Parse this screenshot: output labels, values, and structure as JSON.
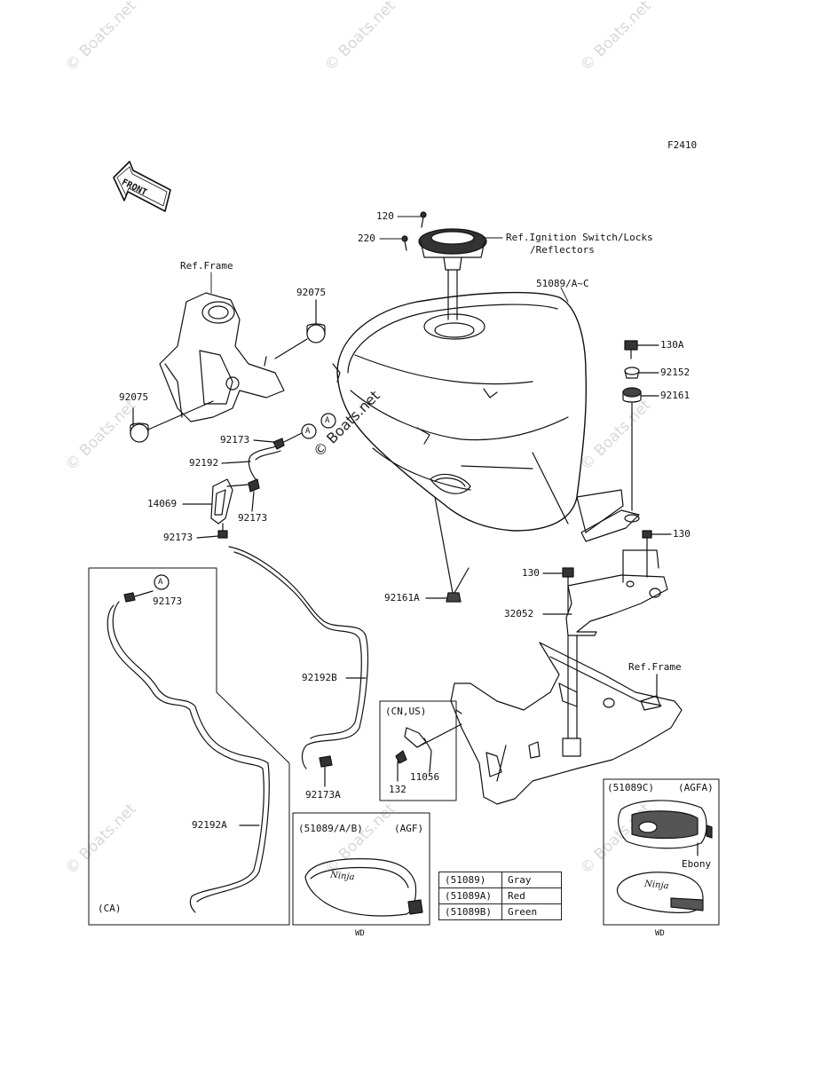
{
  "figure_code": "F2410",
  "front_arrow_label": "FRONT",
  "watermark_text": "© Boats.net",
  "center_watermark": "© Boats.net",
  "part_labels": {
    "p120": "120",
    "p220": "220",
    "ref_ignition_1": "Ref.Ignition Switch/Locks",
    "ref_ignition_2": "/Reflectors",
    "tank": "51089/A~C",
    "ref_frame_top": "Ref.Frame",
    "p92075_top": "92075",
    "p92075_left": "92075",
    "p130A": "130A",
    "p92152": "92152",
    "p92161": "92161",
    "p92173_a": "92173",
    "p92192": "92192",
    "p14069": "14069",
    "p92173_b": "92173",
    "p92173_c": "92173",
    "p130_right": "130",
    "p130_mid": "130",
    "p92161A": "92161A",
    "p32052": "32052",
    "p92173_ca": "92173",
    "p92192B": "92192B",
    "ref_frame_bottom": "Ref.Frame",
    "p92173A": "92173A",
    "p11056": "11056",
    "p132": "132",
    "p92192A": "92192A",
    "circle_a": "A"
  },
  "insets": {
    "cn_us": "(CN,US)",
    "ca": "(CA)",
    "agf_code": "(51089/A/B)",
    "agf_tag": "(AGF)",
    "agfa_code": "(51089C)",
    "agfa_tag": "(AGFA)",
    "ebony": "Ebony",
    "wd_left": "WD",
    "wd_right": "WD"
  },
  "color_table": [
    {
      "code": "(51089)",
      "color": "Gray"
    },
    {
      "code": "(51089A)",
      "color": "Red"
    },
    {
      "code": "(51089B)",
      "color": "Green"
    }
  ],
  "badge_text": "Ninja"
}
